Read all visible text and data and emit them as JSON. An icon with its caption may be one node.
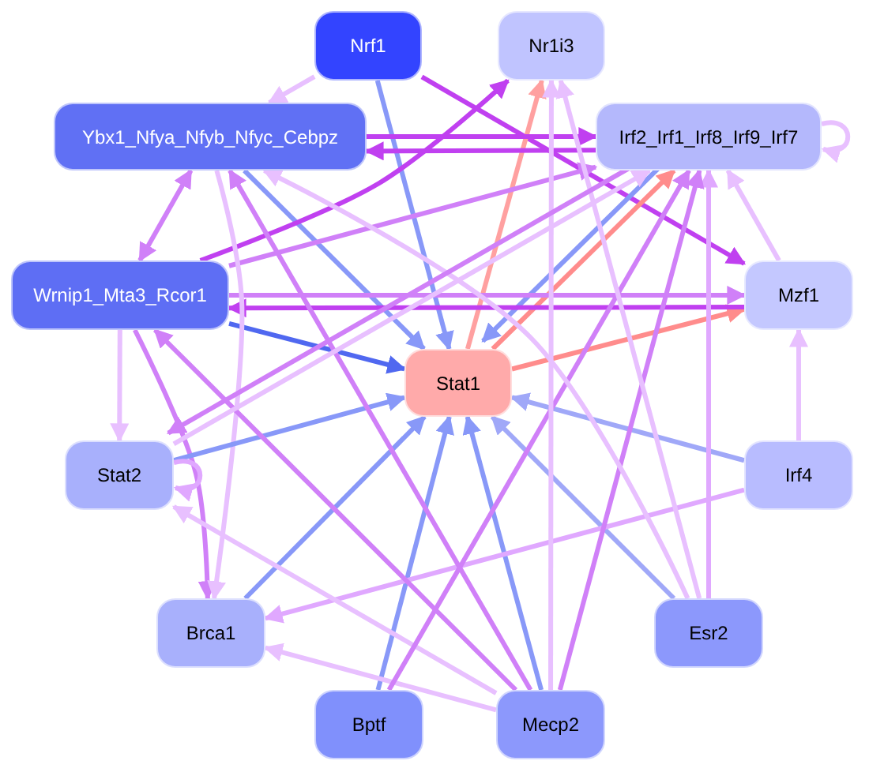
{
  "diagram": {
    "nodes": [
      {
        "text": [
          "Nrf1"
        ]
      },
      {
        "text": [
          "Nr1i3"
        ]
      },
      {
        "text": [
          "Ybx1_Nfya_Nfyb_Nfyc_Cebpz"
        ]
      },
      {
        "text": [
          "Irf2_Irf1_Irf8_Irf9_Irf7"
        ]
      },
      {
        "text": [
          "Wrnip1_Mta3_Rcor1"
        ]
      },
      {
        "text": [
          "Mzf1"
        ]
      },
      {
        "text": [
          "Stat1"
        ]
      },
      {
        "text": [
          "Stat2"
        ]
      },
      {
        "text": [
          "Irf4"
        ]
      },
      {
        "text": [
          "Brca1"
        ]
      },
      {
        "text": [
          "Esr2"
        ]
      },
      {
        "text": [
          "Bptf"
        ]
      },
      {
        "text": [
          "Mecp2"
        ]
      }
    ],
    "edges": [
      {
        "from": 0,
        "to": 2,
        "arrow": "to"
      },
      {
        "from": 0,
        "to": 6,
        "arrow": "to",
        "color": "#8898f8"
      },
      {
        "from": 0,
        "to": 5,
        "arrow": "to",
        "color": "#c040f0"
      },
      {
        "from": 6,
        "to": 1,
        "arrow": "to",
        "color": "#ffa0a0"
      },
      {
        "from": 6,
        "to": 3,
        "arrow": "to",
        "color": "#ff8c8c"
      },
      {
        "from": 6,
        "to": 5,
        "arrow": "to",
        "color": "#ff8c8c"
      },
      {
        "from": 3,
        "to": 6,
        "arrow": "to",
        "color": "#8898f8"
      },
      {
        "from": 2,
        "to": 3,
        "arrow": "to",
        "color": "#c040f0"
      },
      {
        "from": 3,
        "to": 2,
        "arrow": "to",
        "color": "#c040f0"
      },
      {
        "from": 2,
        "to": 4,
        "arrow": "both",
        "color": "#d080f8"
      },
      {
        "from": 2,
        "to": 6,
        "arrow": "to",
        "color": "#8898f8"
      },
      {
        "from": 4,
        "to": 6,
        "arrow": "to",
        "color": "#5068f0"
      },
      {
        "from": 4,
        "to": 1,
        "arrow": "to",
        "color": "#c040f0"
      },
      {
        "from": 4,
        "to": 3,
        "arrow": "to",
        "color": "#d080f8"
      },
      {
        "from": 4,
        "to": 5,
        "arrow": "to",
        "color": "#d080f8"
      },
      {
        "from": 5,
        "to": 4,
        "arrow": "to",
        "color": "#c040f0"
      },
      {
        "from": 4,
        "to": 7,
        "arrow": "to"
      },
      {
        "from": 4,
        "to": 9,
        "arrow": "to",
        "color": "#d080f8"
      },
      {
        "from": 2,
        "to": 9,
        "arrow": "to"
      },
      {
        "from": 7,
        "to": 6,
        "arrow": "to",
        "color": "#8898f8"
      },
      {
        "from": 7,
        "to": 7,
        "arrow": "to",
        "color": "#e0a8ff"
      },
      {
        "from": 3,
        "to": 3,
        "arrow": "to"
      },
      {
        "from": 9,
        "to": 6,
        "arrow": "to",
        "color": "#8898f8"
      },
      {
        "from": 11,
        "to": 6,
        "arrow": "to",
        "color": "#8898f8"
      },
      {
        "from": 12,
        "to": 6,
        "arrow": "to",
        "color": "#8898f8"
      },
      {
        "from": 10,
        "to": 6,
        "arrow": "to",
        "color": "#a0a8f8"
      },
      {
        "from": 8,
        "to": 6,
        "arrow": "to",
        "color": "#a0a8f8"
      },
      {
        "from": 5,
        "to": 3,
        "arrow": "to"
      },
      {
        "from": 8,
        "to": 5,
        "arrow": "to"
      },
      {
        "from": 8,
        "to": 9,
        "arrow": "to",
        "color": "#e0a8ff"
      },
      {
        "from": 12,
        "to": 9,
        "arrow": "to"
      },
      {
        "from": 12,
        "to": 7,
        "arrow": "to"
      },
      {
        "from": 10,
        "to": 3,
        "arrow": "to",
        "color": "#e0a8ff"
      },
      {
        "from": 12,
        "to": 3,
        "arrow": "to",
        "color": "#d080f8"
      },
      {
        "from": 11,
        "to": 3,
        "arrow": "to",
        "color": "#d080f8"
      },
      {
        "from": 10,
        "to": 1,
        "arrow": "to"
      },
      {
        "from": 12,
        "to": 1,
        "arrow": "to"
      },
      {
        "from": 12,
        "to": 4,
        "arrow": "to",
        "color": "#d080f8"
      },
      {
        "from": 10,
        "to": 2,
        "arrow": "to"
      },
      {
        "from": 12,
        "to": 2,
        "arrow": "to",
        "color": "#d080f8"
      },
      {
        "from": 7,
        "to": 3,
        "arrow": "to"
      },
      {
        "from": 3,
        "to": 7,
        "arrow": "to",
        "color": "#d080f8"
      }
    ]
  }
}
